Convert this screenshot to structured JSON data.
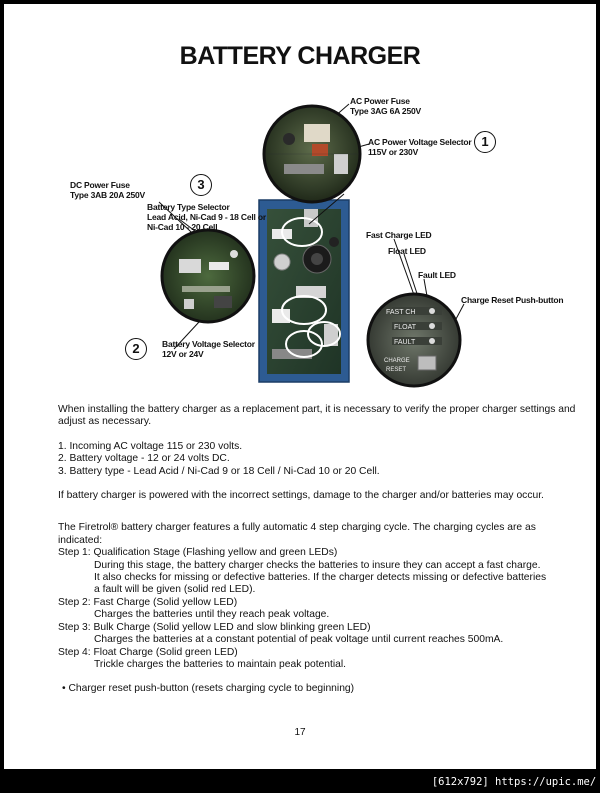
{
  "title": "BATTERY CHARGER",
  "callouts": {
    "ac_fuse": [
      "AC Power Fuse",
      "Type 3AG 6A 250V"
    ],
    "ac_selector": [
      "AC Power Voltage Selector",
      "115V or 230V"
    ],
    "dc_fuse": [
      "DC Power Fuse",
      "Type 3AB 20A 250V"
    ],
    "battery_type": [
      "Battery Type Selector",
      "Lead Acid, Ni-Cad 9 - 18 Cell or",
      "Ni-Cad 10 - 20 Cell"
    ],
    "battery_voltage": [
      "Battery Voltage Selector",
      "12V or 24V"
    ],
    "fast_led": "Fast Charge LED",
    "float_led": "Float LED",
    "fault_led": "Fault LED",
    "reset_button": "Charge Reset Push-button",
    "marker_1": "1",
    "marker_2": "2",
    "marker_3": "3"
  },
  "panel_labels": {
    "fast": "FAST CH",
    "float": "FLOAT",
    "fault": "FAULT",
    "charge": "CHARGE",
    "reset": "RESET"
  },
  "body": {
    "intro": "When installing the battery charger as a replacement part, it is necessary to verify the proper charger settings and adjust as necessary.",
    "list": [
      "1.  Incoming AC voltage 115 or 230 volts.",
      "2.  Battery voltage - 12 or 24 volts DC.",
      "3.  Battery type - Lead Acid / Ni-Cad 9 or 18 Cell / Ni-Cad 10 or 20 Cell."
    ],
    "warning": "If battery charger is powered with the incorrect settings, damage to the charger and/or batteries may occur.",
    "cycle_intro": "The Firetrol® battery charger features a fully automatic 4 step charging cycle.  The charging cycles are as indicated:",
    "steps": [
      {
        "heading": "Step 1: Qualification Stage (Flashing yellow and green LEDs)",
        "detail": [
          "During this stage, the battery charger checks the batteries to insure they can accept a fast charge.",
          "It also checks for missing or defective batteries.  If the charger detects missing or defective batteries",
          "a fault will be given (solid red LED)."
        ]
      },
      {
        "heading": "Step 2: Fast Charge (Solid yellow LED)",
        "detail": [
          "Charges the batteries until they reach peak voltage."
        ]
      },
      {
        "heading": "Step 3: Bulk Charge (Solid yellow LED and slow blinking green LED)",
        "detail": [
          "Charges the batteries at a constant potential of peak voltage until current reaches 500mA."
        ]
      },
      {
        "heading": "Step 4: Float Charge (Solid green LED)",
        "detail": [
          "Trickle charges the batteries to maintain peak potential."
        ]
      }
    ],
    "bullet": "• Charger reset push-button (resets charging cycle to beginning)"
  },
  "page_number": "17",
  "watermark": "[612x792] https://upic.me/"
}
